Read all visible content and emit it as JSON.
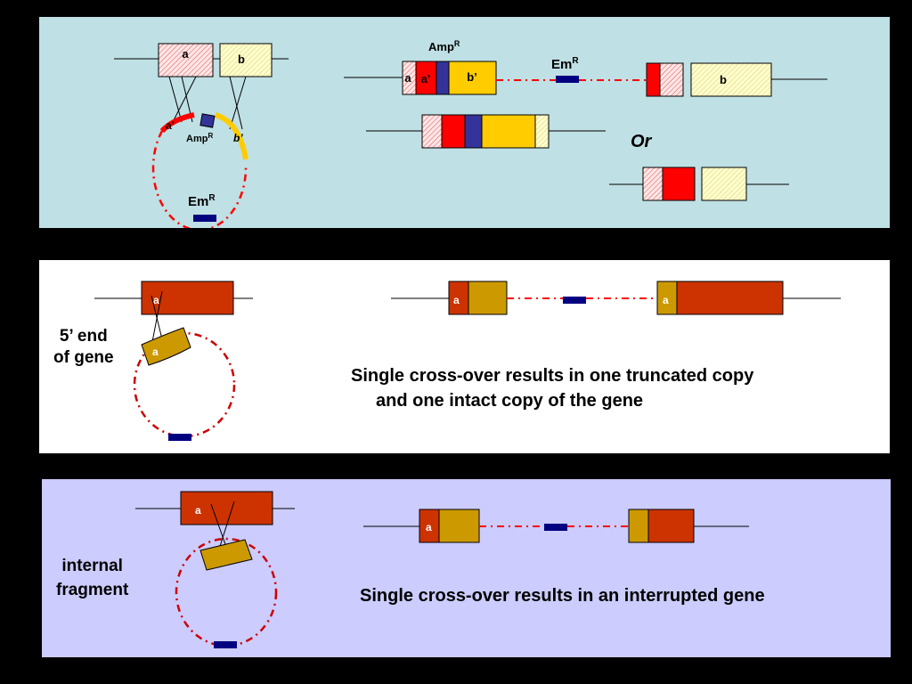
{
  "labels": {
    "a": "a",
    "b": "b",
    "a_prime": "a’",
    "b_prime": "b’",
    "amp": "Amp",
    "em": "Em",
    "sup_r": "R",
    "or": "Or"
  },
  "panel2": {
    "label_line1": "5’ end",
    "label_line2": "of gene",
    "caption_line1": "Single cross-over results in one truncated copy",
    "caption_line2": "and one intact copy of the gene"
  },
  "panel3": {
    "label_line1": "internal",
    "label_line2": "fragment",
    "caption": "Single cross-over results in an interrupted gene"
  },
  "colors": {
    "panel1_bg": "#bfe0e4",
    "panel2_bg": "#ffffff",
    "panel3_bg": "#ccccff",
    "red": "#ff0000",
    "yellow": "#ffcc00",
    "navy": "#000080",
    "blue_marker": "#333399",
    "gene_orange": "#cc3300",
    "fragment_gold": "#cc9900",
    "pale_yellow": "#ffffcc",
    "hatch_pink": "#ffe0e0"
  }
}
